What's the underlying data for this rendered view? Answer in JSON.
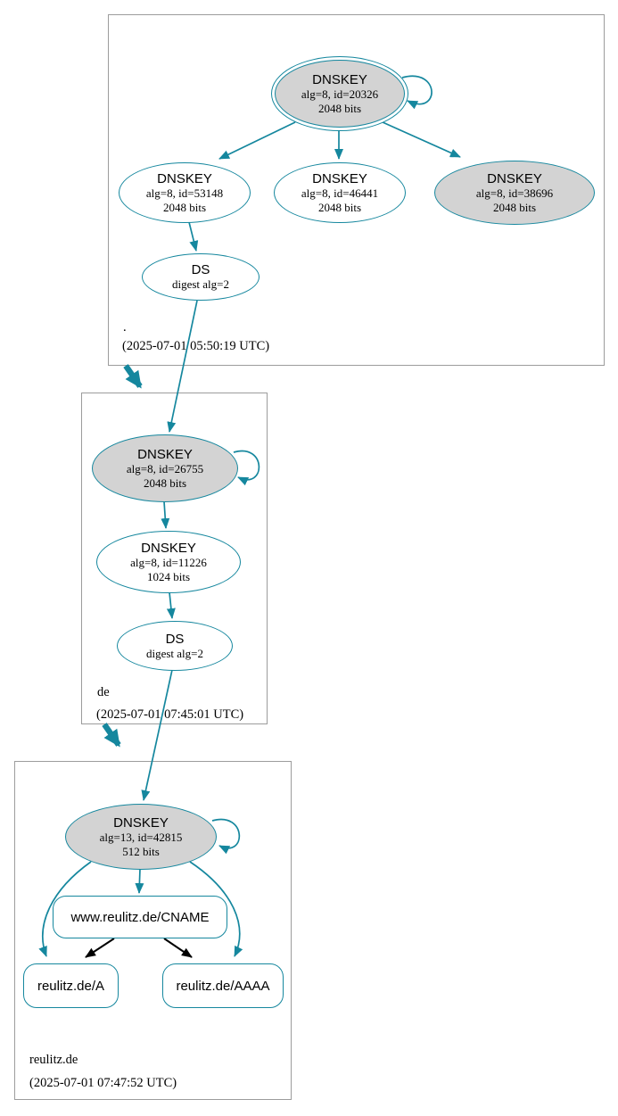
{
  "colors": {
    "edge_teal": "#15879e",
    "node_fill_gray": "#d3d3d3",
    "box_border": "#9c9c9c"
  },
  "zones": [
    {
      "name": ".",
      "timestamp": "(2025-07-01 05:50:19 UTC)",
      "nodes": {
        "ksk": {
          "title": "DNSKEY",
          "alg": "alg=8, id=20326",
          "bits": "2048 bits"
        },
        "zsk1": {
          "title": "DNSKEY",
          "alg": "alg=8, id=53148",
          "bits": "2048 bits"
        },
        "zsk2": {
          "title": "DNSKEY",
          "alg": "alg=8, id=46441",
          "bits": "2048 bits"
        },
        "zsk3": {
          "title": "DNSKEY",
          "alg": "alg=8, id=38696",
          "bits": "2048 bits"
        },
        "ds": {
          "title": "DS",
          "alg": "digest alg=2"
        }
      }
    },
    {
      "name": "de",
      "timestamp": "(2025-07-01 07:45:01 UTC)",
      "nodes": {
        "ksk": {
          "title": "DNSKEY",
          "alg": "alg=8, id=26755",
          "bits": "2048 bits"
        },
        "zsk": {
          "title": "DNSKEY",
          "alg": "alg=8, id=11226",
          "bits": "1024 bits"
        },
        "ds": {
          "title": "DS",
          "alg": "digest alg=2"
        }
      }
    },
    {
      "name": "reulitz.de",
      "timestamp": "(2025-07-01 07:47:52 UTC)",
      "nodes": {
        "ksk": {
          "title": "DNSKEY",
          "alg": "alg=13, id=42815",
          "bits": "512 bits"
        },
        "cname": {
          "label": "www.reulitz.de/CNAME"
        },
        "a": {
          "label": "reulitz.de/A"
        },
        "aaaa": {
          "label": "reulitz.de/AAAA"
        }
      }
    }
  ]
}
